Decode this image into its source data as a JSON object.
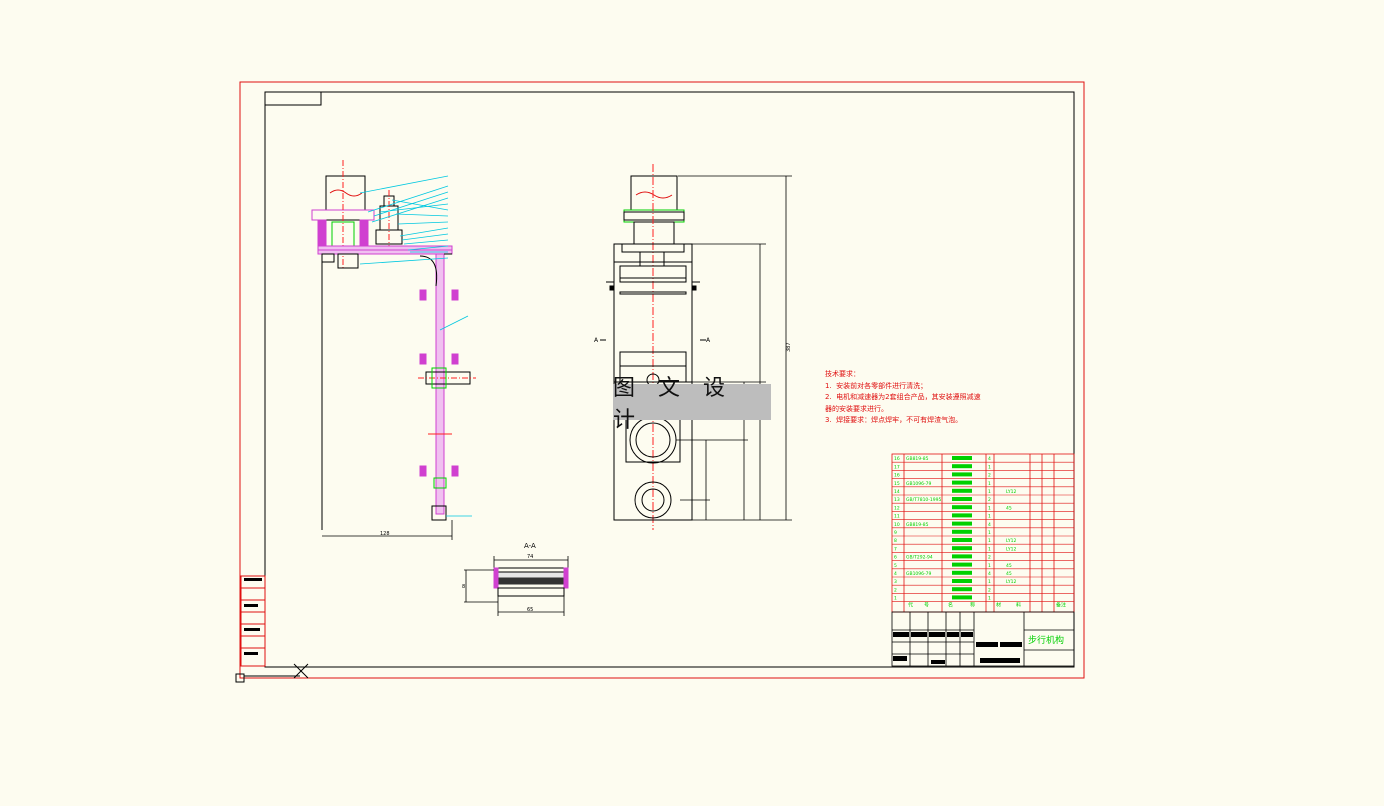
{
  "drawing": {
    "title_block_name": "步行机构",
    "watermark": "图 文 设 计",
    "section_label": "A-A",
    "cut_marker_left": "A",
    "cut_marker_right": "A"
  },
  "technical_requirements": {
    "heading": "技术要求：",
    "lines": [
      "1.  安装前对各零部件进行清洗；",
      "2.  电机和减速器为2套组合产品，其安装遵照减速",
      "器的安装要求进行。",
      "3.  焊接要求：焊点焊牢，不可有焊渣气泡。"
    ]
  },
  "dimensions": {
    "left_width": "128",
    "section_width_top": "74",
    "section_width_bottom": "65",
    "section_height": "8",
    "right_total_height": "387"
  },
  "bom": {
    "rows": [
      {
        "no": "16",
        "code": "GB819-85",
        "qty": "4",
        "mat": ""
      },
      {
        "no": "17",
        "code": "",
        "qty": "1",
        "mat": ""
      },
      {
        "no": "16",
        "code": "",
        "qty": "2",
        "mat": ""
      },
      {
        "no": "15",
        "code": "GB1096-79",
        "qty": "1",
        "mat": ""
      },
      {
        "no": "14",
        "code": "",
        "qty": "1",
        "mat": "LY12"
      },
      {
        "no": "13",
        "code": "GB/T7810-1995",
        "qty": "2",
        "mat": ""
      },
      {
        "no": "12",
        "code": "",
        "qty": "1",
        "mat": "45"
      },
      {
        "no": "11",
        "code": "",
        "qty": "1",
        "mat": ""
      },
      {
        "no": "10",
        "code": "GB819-85",
        "qty": "4",
        "mat": ""
      },
      {
        "no": "9",
        "code": "",
        "qty": "1",
        "mat": ""
      },
      {
        "no": "8",
        "code": "",
        "qty": "1",
        "mat": "LY12"
      },
      {
        "no": "7",
        "code": "",
        "qty": "1",
        "mat": "LY12"
      },
      {
        "no": "6",
        "code": "GB/T292-94",
        "qty": "2",
        "mat": ""
      },
      {
        "no": "5",
        "code": "",
        "qty": "1",
        "mat": "45"
      },
      {
        "no": "4",
        "code": "GB1096-79",
        "qty": "4",
        "mat": "45"
      },
      {
        "no": "3",
        "code": "",
        "qty": "1",
        "mat": "LY12"
      },
      {
        "no": "2",
        "code": "",
        "qty": "2",
        "mat": ""
      },
      {
        "no": "1",
        "code": "",
        "qty": "1",
        "mat": ""
      }
    ],
    "header": [
      "代",
      "号",
      "名",
      "称",
      "材",
      "料",
      "备注"
    ]
  },
  "colors": {
    "border_red": "#e01010",
    "outline": "#000000",
    "leader_cyan": "#00c8e0",
    "hatch_magenta": "#d040d0",
    "center_red": "#ff2020",
    "table_green": "#00d000"
  }
}
